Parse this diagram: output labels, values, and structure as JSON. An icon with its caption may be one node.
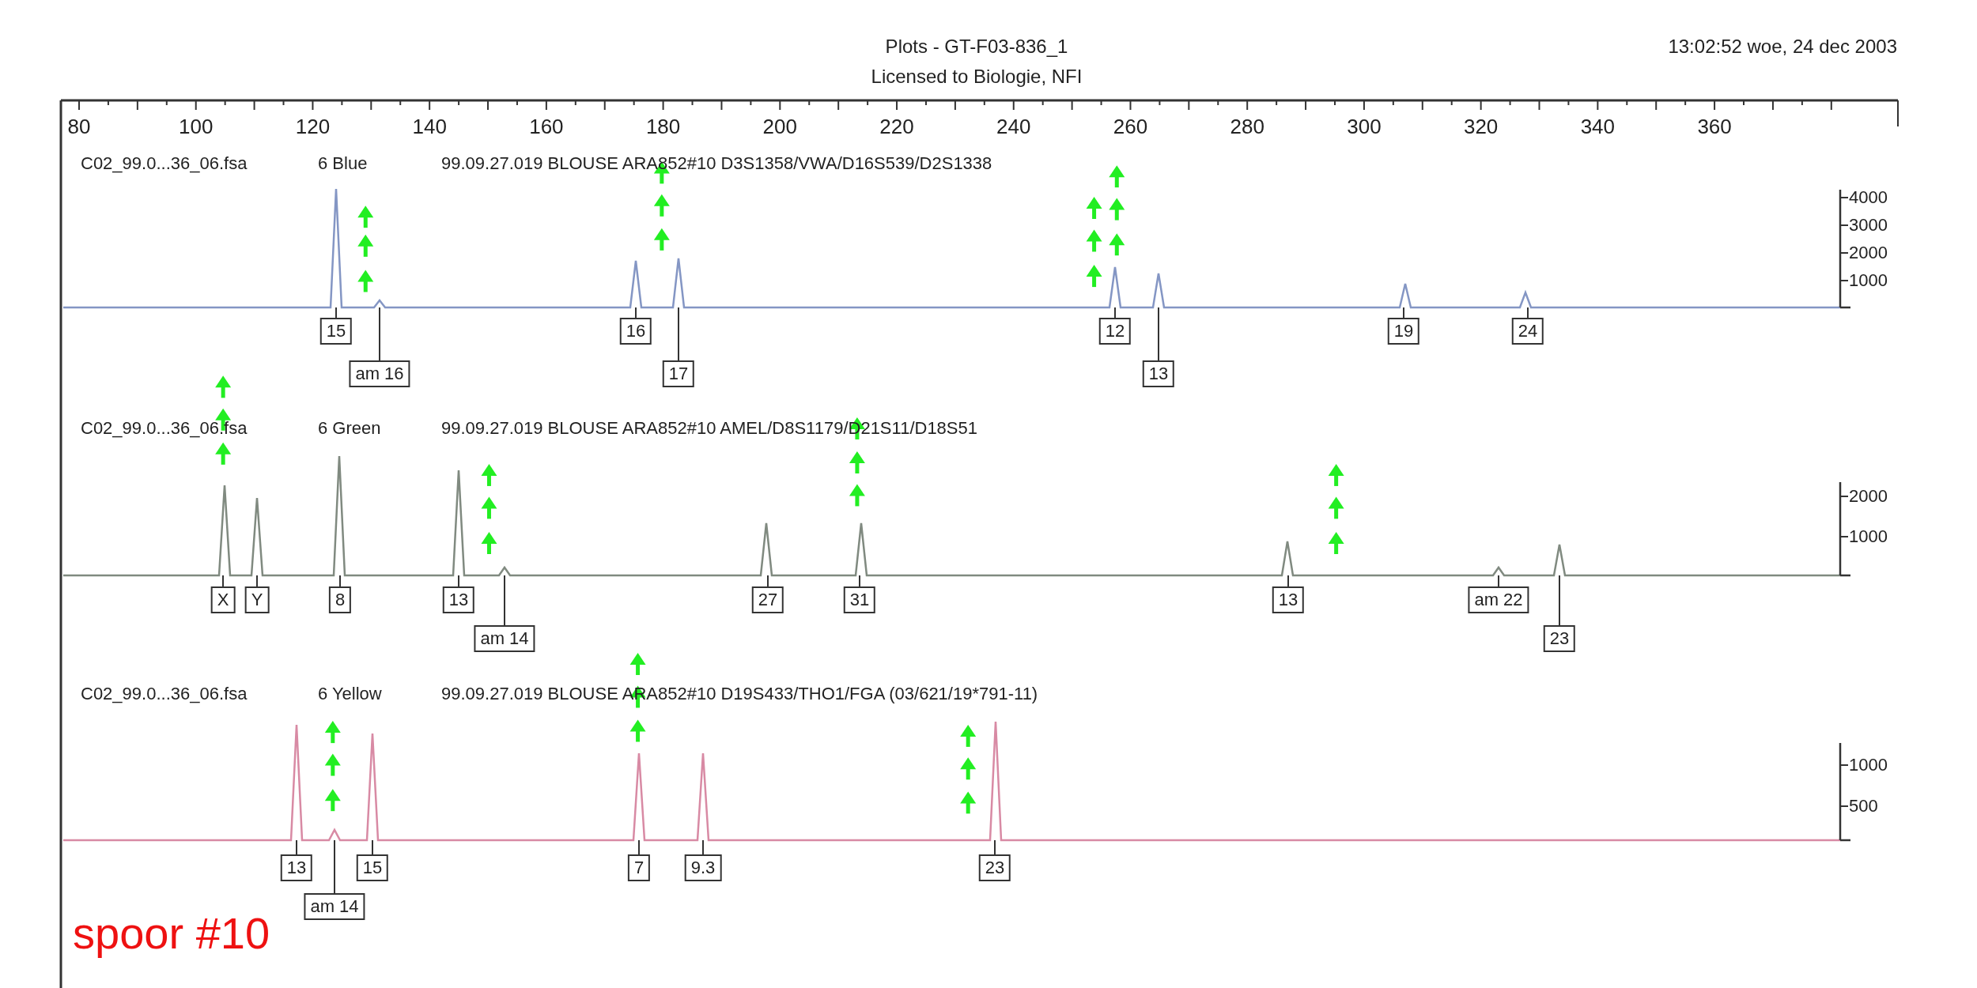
{
  "diagram": {
    "title": "Plots - GT-F03-836_1",
    "nodes": [
      {
        "text": [
          "15"
        ]
      },
      {
        "text": [
          "am 16"
        ]
      },
      {
        "text": [
          "16"
        ]
      },
      {
        "text": [
          "17"
        ]
      },
      {
        "text": [
          "12"
        ]
      },
      {
        "text": [
          "13"
        ]
      },
      {
        "text": [
          "19"
        ]
      },
      {
        "text": [
          "24"
        ]
      },
      {
        "text": [
          "X"
        ]
      },
      {
        "text": [
          "Y"
        ]
      },
      {
        "text": [
          "8"
        ]
      },
      {
        "text": [
          "13"
        ]
      },
      {
        "text": [
          "am 14"
        ]
      },
      {
        "text": [
          "27"
        ]
      },
      {
        "text": [
          "31"
        ]
      },
      {
        "text": [
          "13"
        ]
      },
      {
        "text": [
          "am 22"
        ]
      },
      {
        "text": [
          "23"
        ]
      },
      {
        "text": [
          "13"
        ]
      },
      {
        "text": [
          "am 14"
        ]
      },
      {
        "text": [
          "15"
        ]
      },
      {
        "text": [
          "7"
        ]
      },
      {
        "text": [
          "9.3"
        ]
      },
      {
        "text": [
          "23"
        ]
      }
    ],
    "edges": [
      {
        "from": 0,
        "to": null,
        "arrow": "none"
      },
      {
        "from": 1,
        "to": null,
        "arrow": "none"
      },
      {
        "from": 2,
        "to": null,
        "arrow": "none"
      },
      {
        "from": 3,
        "to": null,
        "arrow": "none"
      },
      {
        "from": 4,
        "to": null,
        "arrow": "none"
      },
      {
        "from": 5,
        "to": null,
        "arrow": "none"
      },
      {
        "from": 6,
        "to": null,
        "arrow": "none"
      },
      {
        "from": 7,
        "to": null,
        "arrow": "none"
      },
      {
        "from": 8,
        "to": null,
        "arrow": "none"
      },
      {
        "from": 9,
        "to": null,
        "arrow": "none"
      },
      {
        "from": 10,
        "to": null,
        "arrow": "none"
      },
      {
        "from": 11,
        "to": null,
        "arrow": "none"
      },
      {
        "from": 12,
        "to": null,
        "arrow": "none"
      },
      {
        "from": 13,
        "to": null,
        "arrow": "none"
      },
      {
        "from": 14,
        "to": null,
        "arrow": "none"
      },
      {
        "from": 15,
        "to": null,
        "arrow": "none"
      },
      {
        "from": 16,
        "to": null,
        "arrow": "none"
      },
      {
        "from": 17,
        "to": null,
        "arrow": "none"
      },
      {
        "from": 18,
        "to": null,
        "arrow": "none"
      },
      {
        "from": 19,
        "to": null,
        "arrow": "none"
      },
      {
        "from": 20,
        "to": null,
        "arrow": "none"
      },
      {
        "from": 21,
        "to": null,
        "arrow": "none"
      },
      {
        "from": 22,
        "to": null,
        "arrow": "none"
      },
      {
        "from": 23,
        "to": null,
        "arrow": "none"
      }
    ],
    "labels": [
      "Licensed to Biologie, NFI",
      "13:02:52 woe, 24 dec 2003",
      "80",
      "100",
      "120",
      "140",
      "160",
      "180",
      "200",
      "220",
      "240",
      "260",
      "280",
      "300",
      "320",
      "340",
      "360",
      "C02_99.0...36_06.fsa",
      "6 Blue",
      "99.09.27.019 BLOUSE ARA852#10 D3S1358/VWA/D16S539/D2S1338",
      "C02_99.0...36_06.fsa",
      "6 Green",
      "99.09.27.019 BLOUSE ARA852#10 AMEL/D8S1179/D21S11/D18S51",
      "C02_99.0...36_06.fsa",
      "6 Yellow",
      "99.09.27.019 BLOUSE ARA852#10 D19S433/THO1/FGA (03/621/19*791-11)",
      "4000",
      "3000",
      "2000",
      "1000",
      "2000",
      "1000",
      "1000",
      "500",
      "spoor #10"
    ]
  }
}
